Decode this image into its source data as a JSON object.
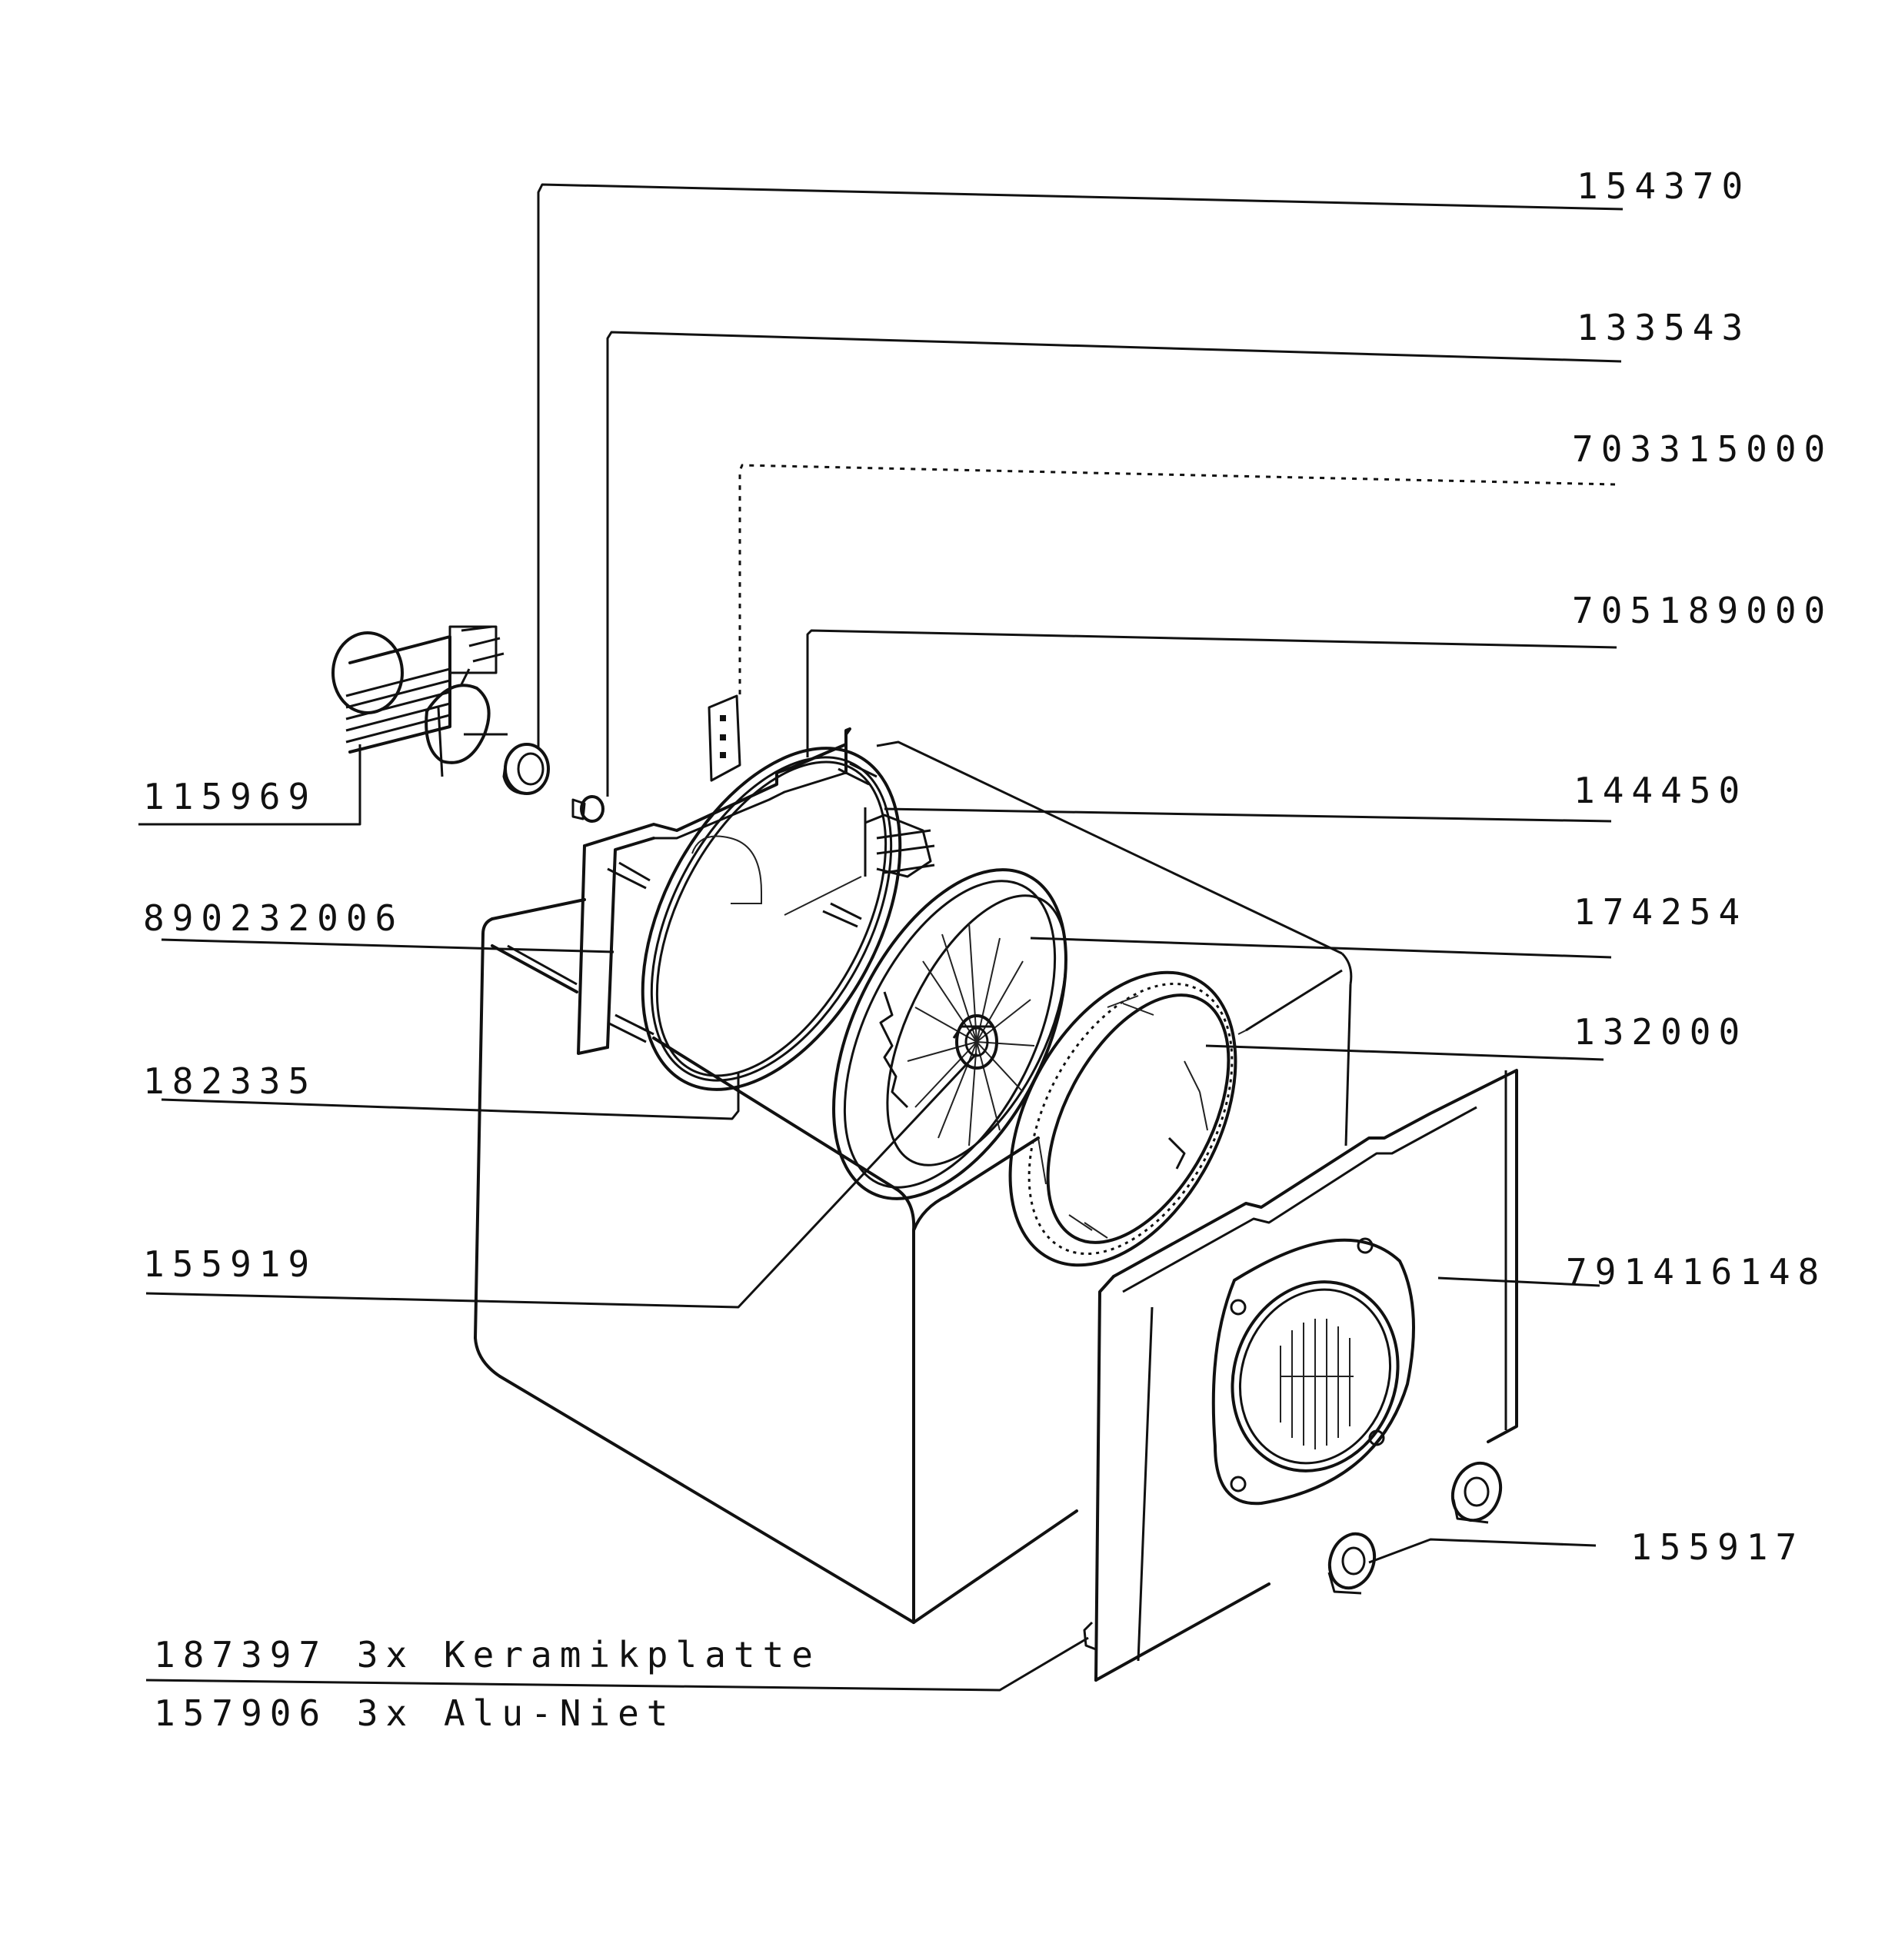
{
  "labels": {
    "p154370": "154370",
    "p133543": "133543",
    "p703315000": "703315000",
    "p705189000": "705189000",
    "p115969": "115969",
    "p144450": "144450",
    "p890232006": "890232006",
    "p174254": "174254",
    "p132000": "132000",
    "p182335": "182335",
    "p155919": "155919",
    "p791416148": "791416148",
    "p155917": "155917",
    "ceramic_plate": "187397 3x Keramikplatte",
    "alu_rivet": "157906 3x Alu-Niet"
  }
}
